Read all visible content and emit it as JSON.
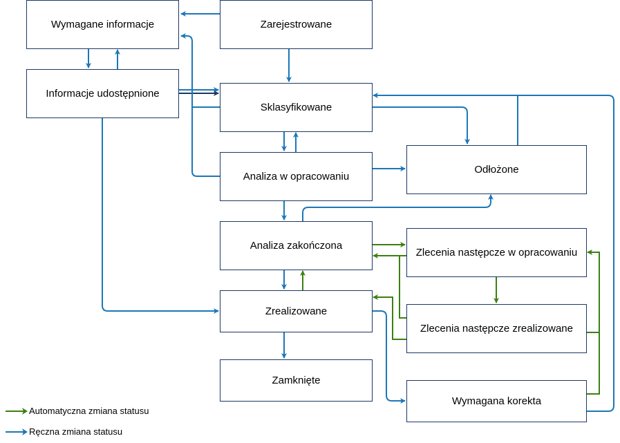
{
  "colors": {
    "manual": "#1b77b6",
    "automatic": "#3a8010",
    "navy": "#1b3764",
    "border": "#1b3764"
  },
  "nodes": {
    "wymagane_informacje": "Wymagane informacje",
    "zarejestrowane": "Zarejestrowane",
    "informacje_udostepnione": "Informacje udostępnione",
    "sklasyfikowane": "Sklasyfikowane",
    "analiza_w_opracowaniu": "Analiza w opracowaniu",
    "odlozone": "Odłożone",
    "analiza_zakonczona": "Analiza zakończona",
    "zlecenia_w_opracowaniu": "Zlecenia następcze w opracowaniu",
    "zrealizowane": "Zrealizowane",
    "zlecenia_zrealizowane": "Zlecenia następcze zrealizowane",
    "zamkniete": "Zamknięte",
    "wymagana_korekta": "Wymagana korekta"
  },
  "legend": {
    "automatic": "Automatyczna zmiana statusu",
    "manual": "Ręczna zmiana statusu"
  }
}
